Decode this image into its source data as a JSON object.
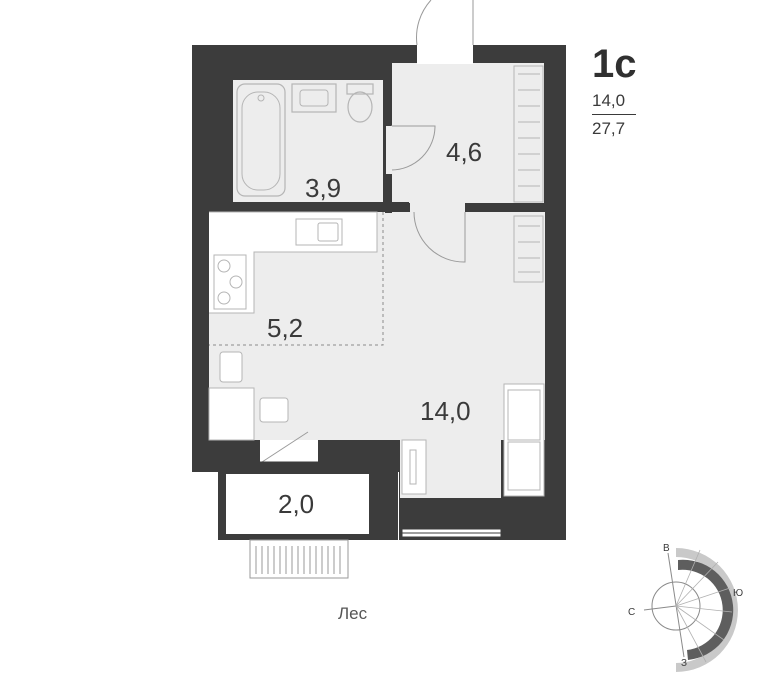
{
  "summary": {
    "type": "1с",
    "living_area": "14,0",
    "total_area": "27,7"
  },
  "rooms": {
    "bathroom": "3,9",
    "hall": "4,6",
    "kitchen": "5,2",
    "living": "14,0",
    "balcony": "2,0"
  },
  "surroundings": {
    "forest": "Лес"
  },
  "compass": {
    "north": "С",
    "east": "В",
    "south": "Ю",
    "west": "З"
  },
  "colors": {
    "wall": "#3c3c3c",
    "floor": "#ededed",
    "line": "#b5b5b5"
  }
}
